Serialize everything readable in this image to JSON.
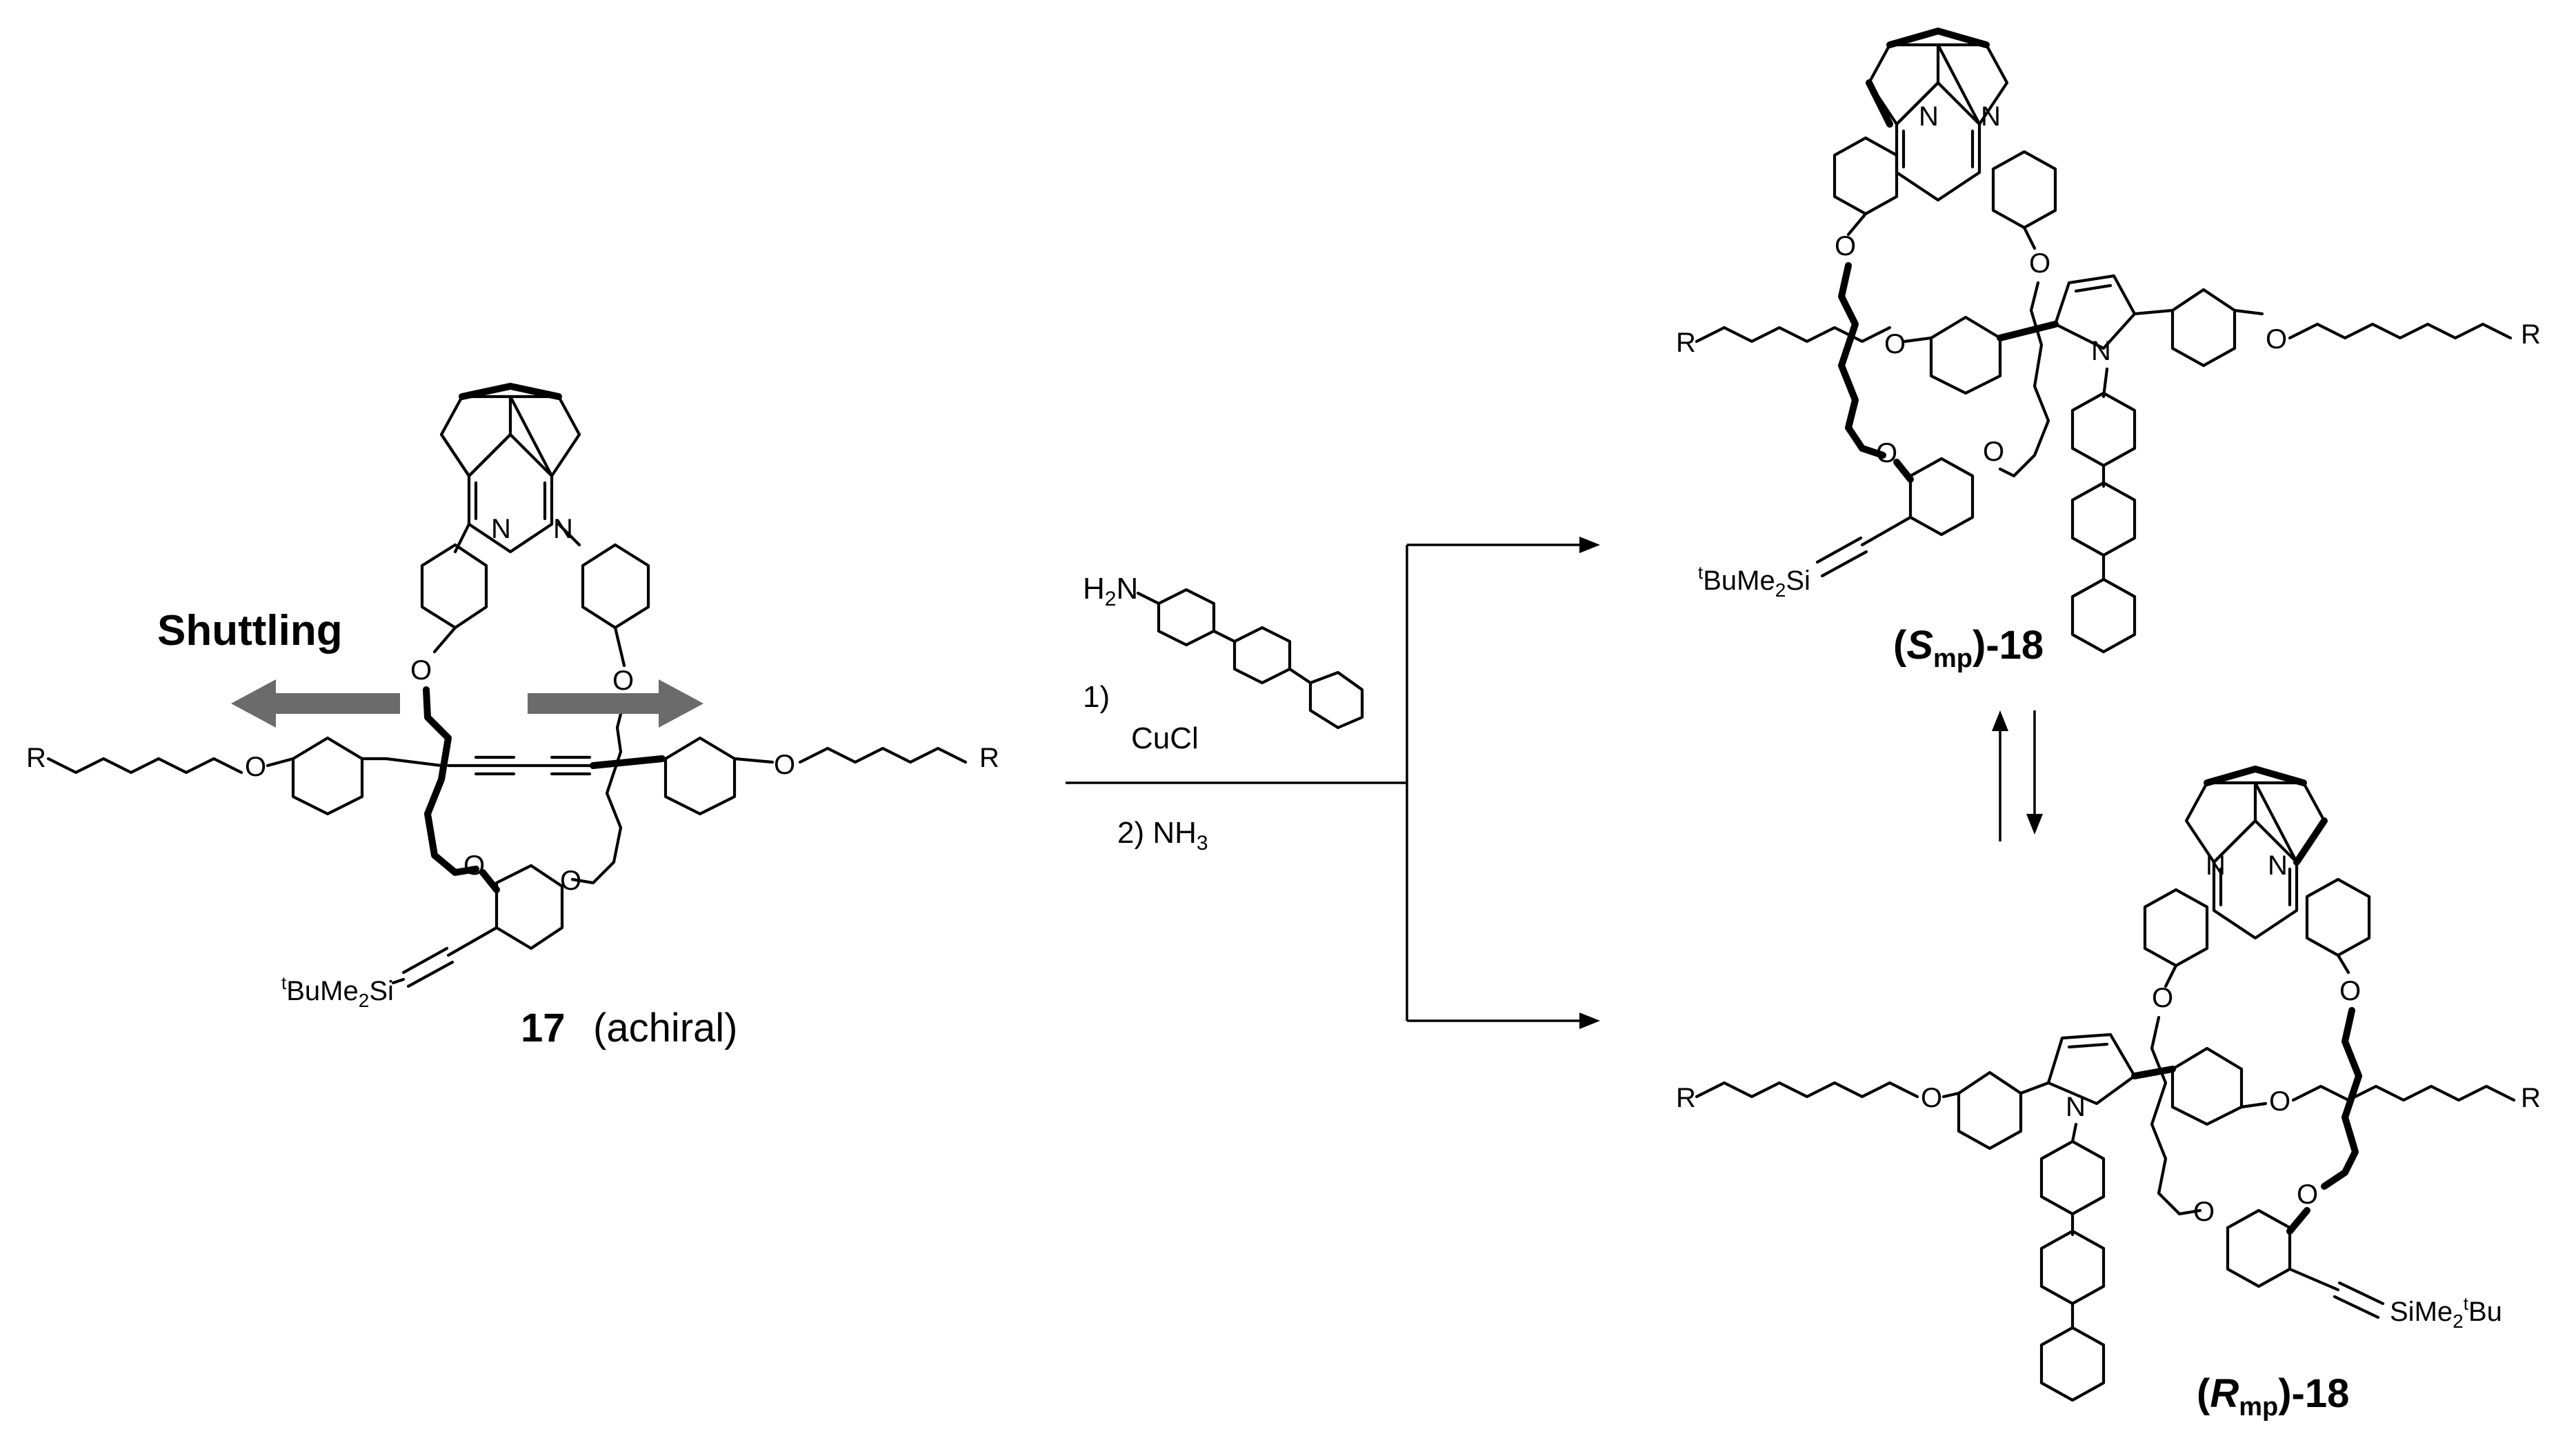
{
  "labels": {
    "shuttling": "Shuttling",
    "compound17_number": "17",
    "compound17_desc": "(achiral)",
    "smp18": "(Smp)-18",
    "rmp18": "(Rmp)-18",
    "smp18_italic": "S",
    "smp18_sub": "mp",
    "smp18_rest": "-18",
    "rmp18_italic": "R",
    "rmp18_sub": "mp",
    "rmp18_rest": "-18"
  },
  "atoms": {
    "N": "N",
    "O": "O",
    "R": "R",
    "tbs_left": "tBuMe2Si",
    "tbs_left_sup": "t",
    "tbs_left_main": "BuMe",
    "tbs_left_sub": "2",
    "tbs_left_tail": "Si",
    "tbs_right": "SiMe2tBu",
    "tbs_right_main": "SiMe",
    "tbs_right_sub": "2",
    "tbs_right_sup": "t",
    "tbs_right_tail": "Bu"
  },
  "conditions": {
    "reagent_h2n": "H2N",
    "reagent_h2n_main": "H",
    "reagent_h2n_sub": "2",
    "reagent_h2n_tail": "N",
    "step1_number": "1)",
    "step1_reagent": "CuCl",
    "step2": "2) NH3",
    "step2_main": "2) NH",
    "step2_sub": "3"
  },
  "colors": {
    "ink": "#000000",
    "shuttle_arrow": "#6b6b6b"
  }
}
